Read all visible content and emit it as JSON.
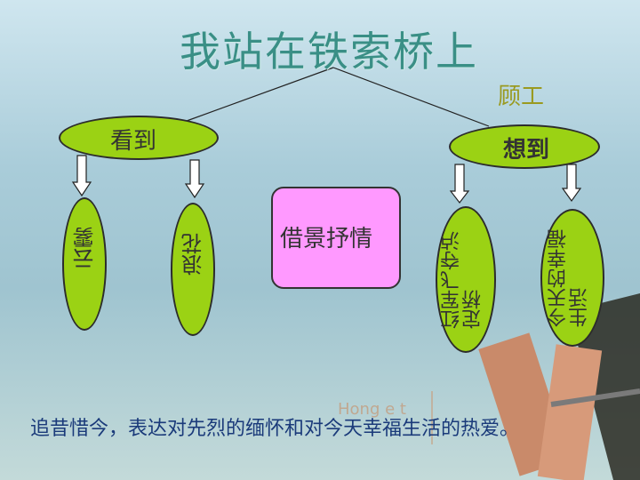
{
  "slide": {
    "title": "我站在铁索桥上",
    "author": "顾工",
    "left_node": "看到",
    "right_node": "想到",
    "left_children": [
      "云雾",
      "浪花"
    ],
    "right_children": [
      "红军飞夺泸定桥",
      "今天的幸福生活"
    ],
    "center": "借景抒情",
    "summary": "追昔惜今，表达对先烈的缅怀和对今天幸福生活的热爱。",
    "watermark": "Hong e t"
  },
  "colors": {
    "node_fill": "#9bd214",
    "center_fill": "#ff99ff",
    "title": "#3a8f86",
    "author": "#9a9a20",
    "summary": "#1a3a7a"
  },
  "icons": [
    "clothespin-icon"
  ]
}
